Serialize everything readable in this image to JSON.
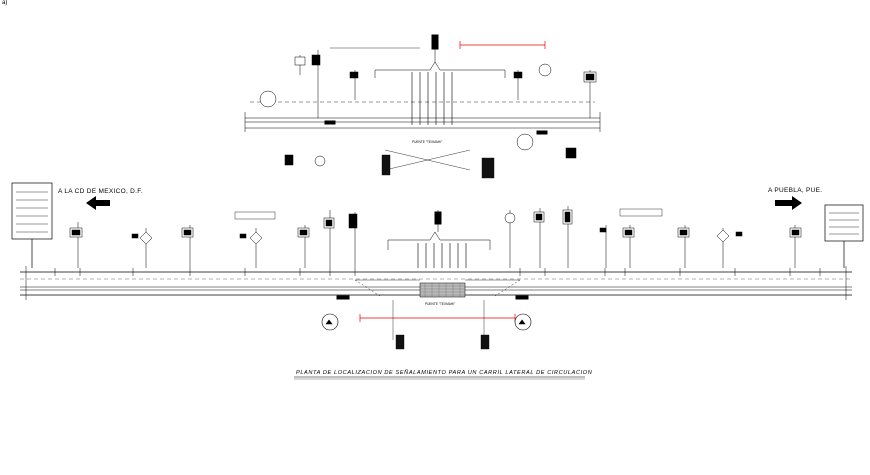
{
  "corner_mark": "a)",
  "title": "PLANTA  DE LOCALIZACION DE SEÑALAMIENTO PARA UN CARRIL LATERAL DE CIRCULACION",
  "direction_left": "A LA CD DE MEXICO, D.F.",
  "direction_right": "A PUEBLA, PUE.",
  "bridge_top_label": "PUENTE \"TEXMAHI\"",
  "bridge_bottom_label": "PUENTE \"TEXMAHI\""
}
